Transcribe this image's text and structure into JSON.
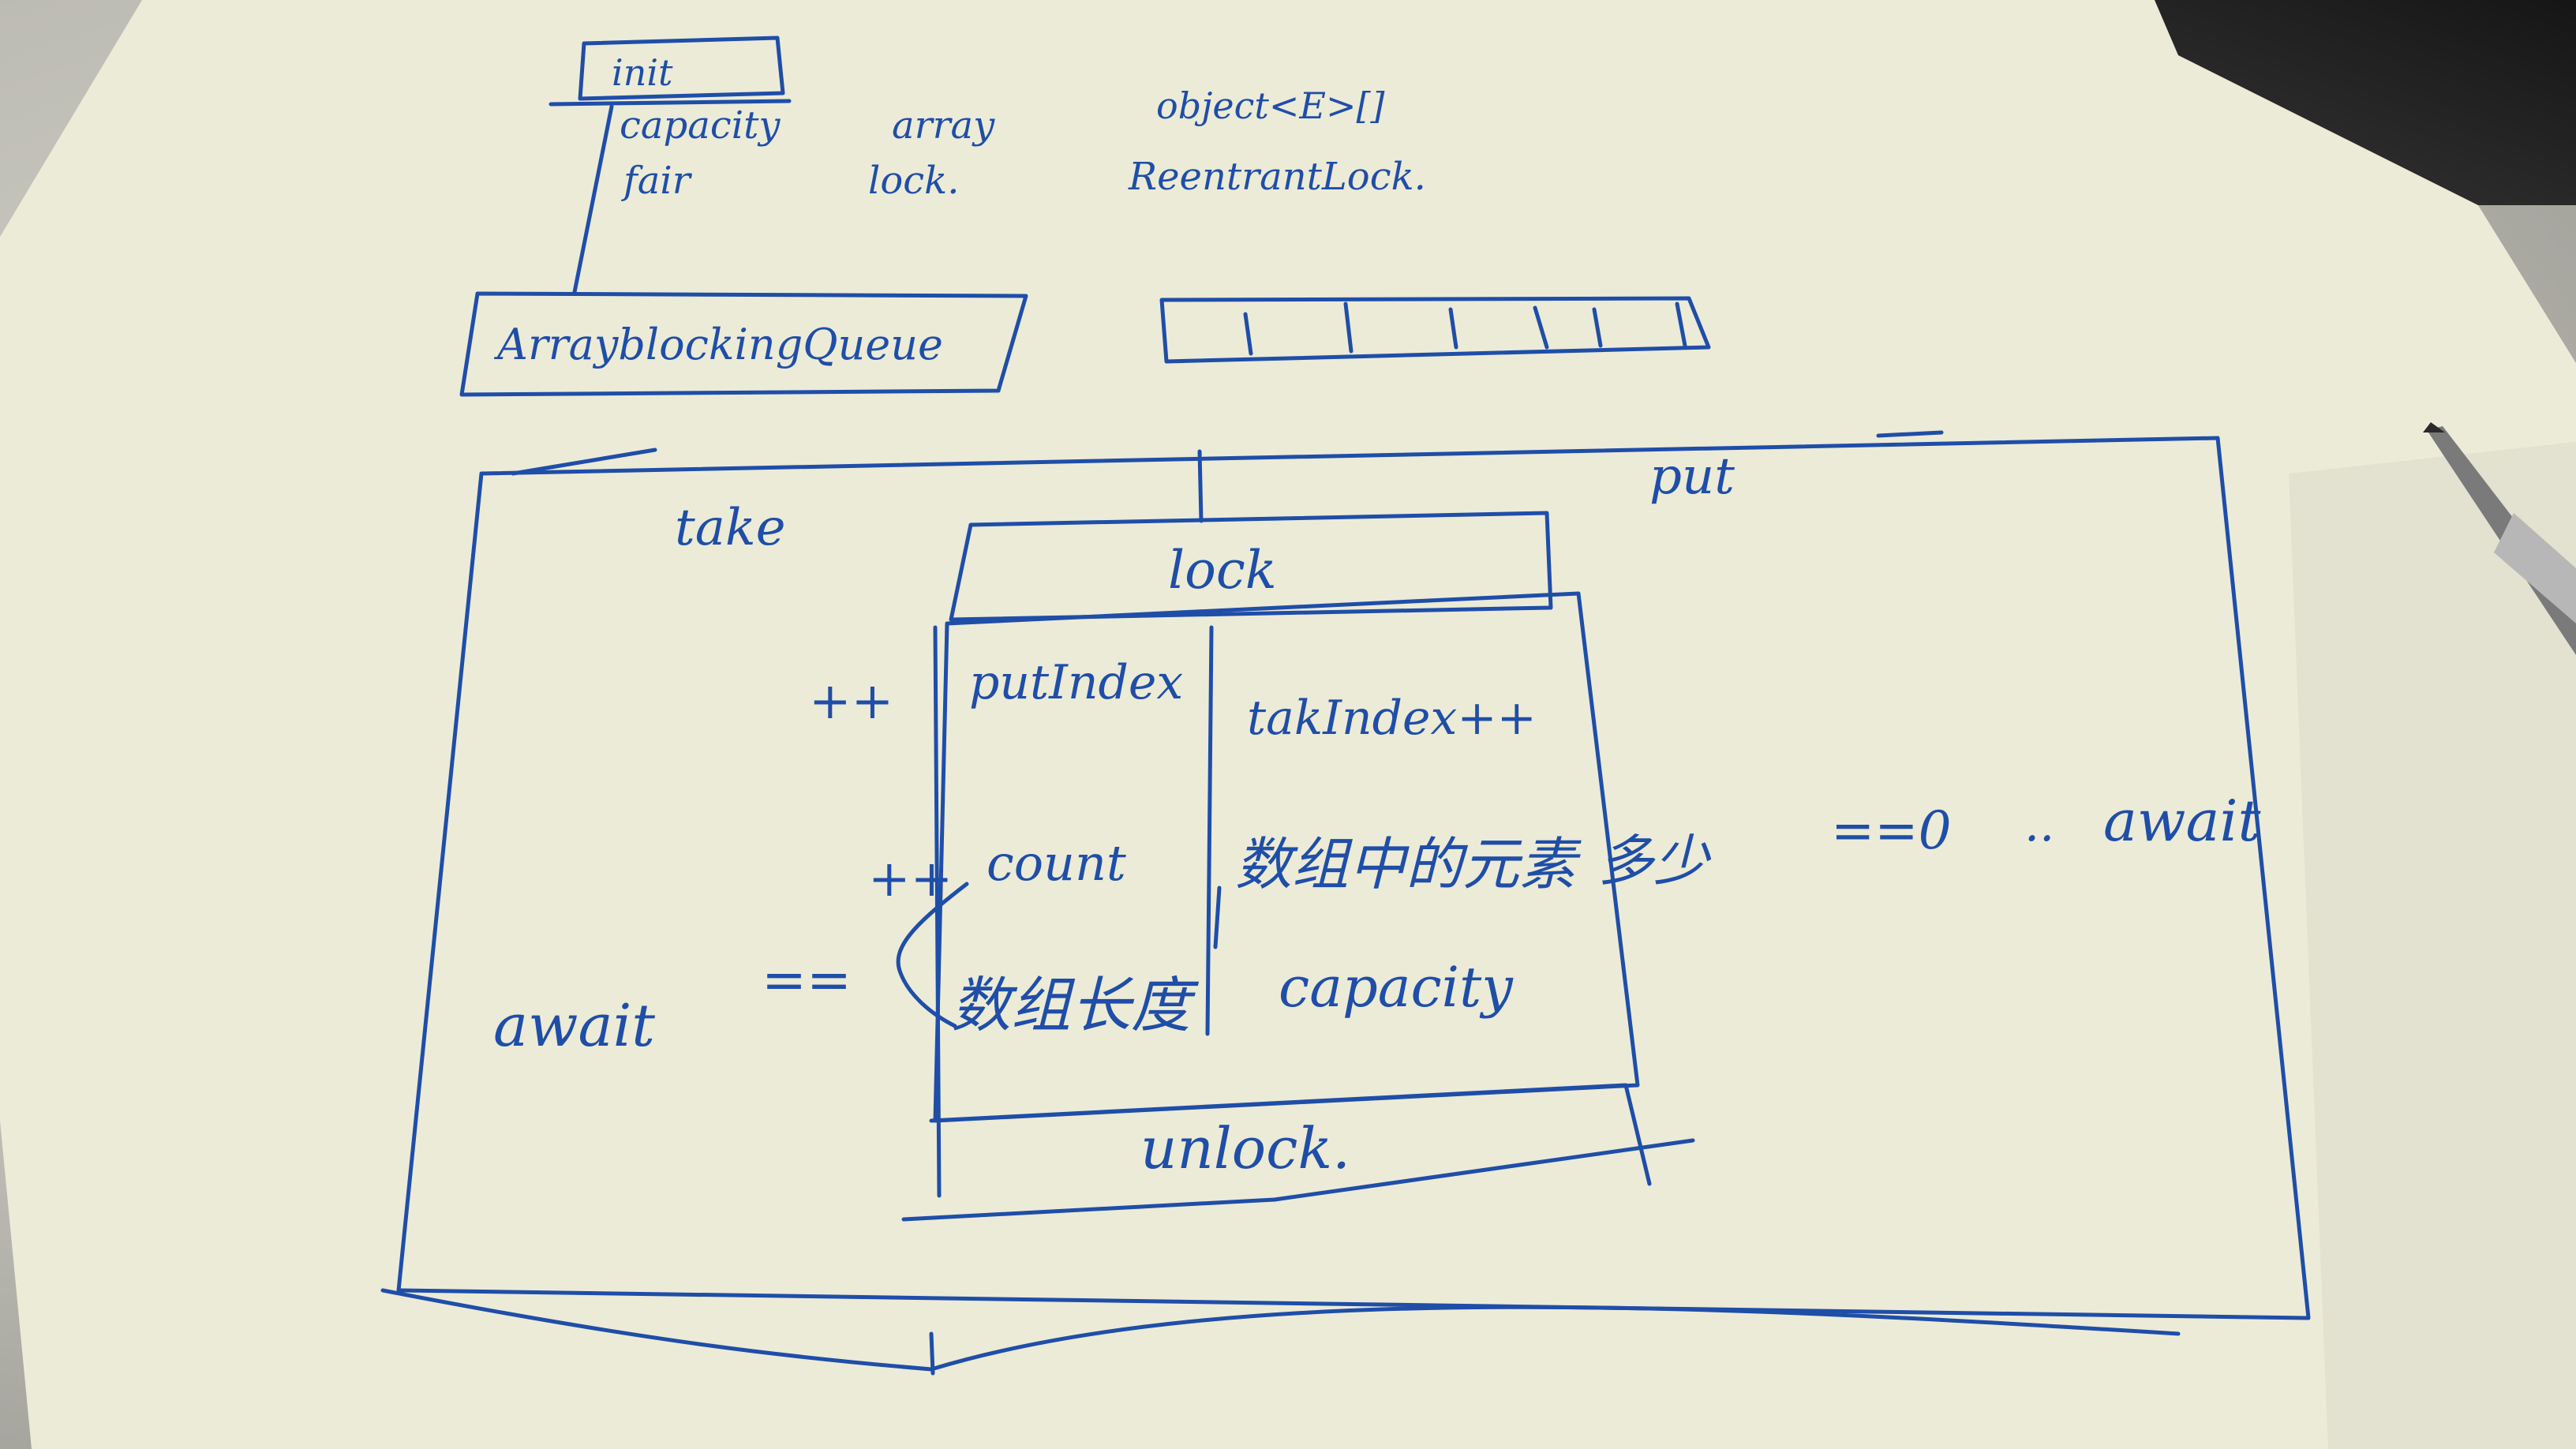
{
  "init_box": {
    "label": "init"
  },
  "init_fields": {
    "capacity": "capacity",
    "fair": "fair",
    "array": "array",
    "lock": "lock.",
    "array_type": "object<E>[]",
    "lock_type": "ReentrantLock."
  },
  "class_box": {
    "label": "ArrayblockingQueue"
  },
  "array_cells": 7,
  "outer_box": {
    "take": "take",
    "put": "put"
  },
  "lock_box": {
    "lock": "lock",
    "unlock": "unlock."
  },
  "left_column": {
    "put_index": "putIndex",
    "count": "count",
    "array_length": "数组长度",
    "inc_put_index": "++",
    "inc_count": "++",
    "eq": "==",
    "await": "await"
  },
  "right_column": {
    "take_index": "takIndex++",
    "elements_count": "数组中的元素",
    "capacity": "capacity",
    "how_many": "多少",
    "eq_zero": "==0",
    "dots": "..",
    "await": "await"
  },
  "colors": {
    "ink": "#1f4ea8",
    "paper": "#ecebd8"
  }
}
